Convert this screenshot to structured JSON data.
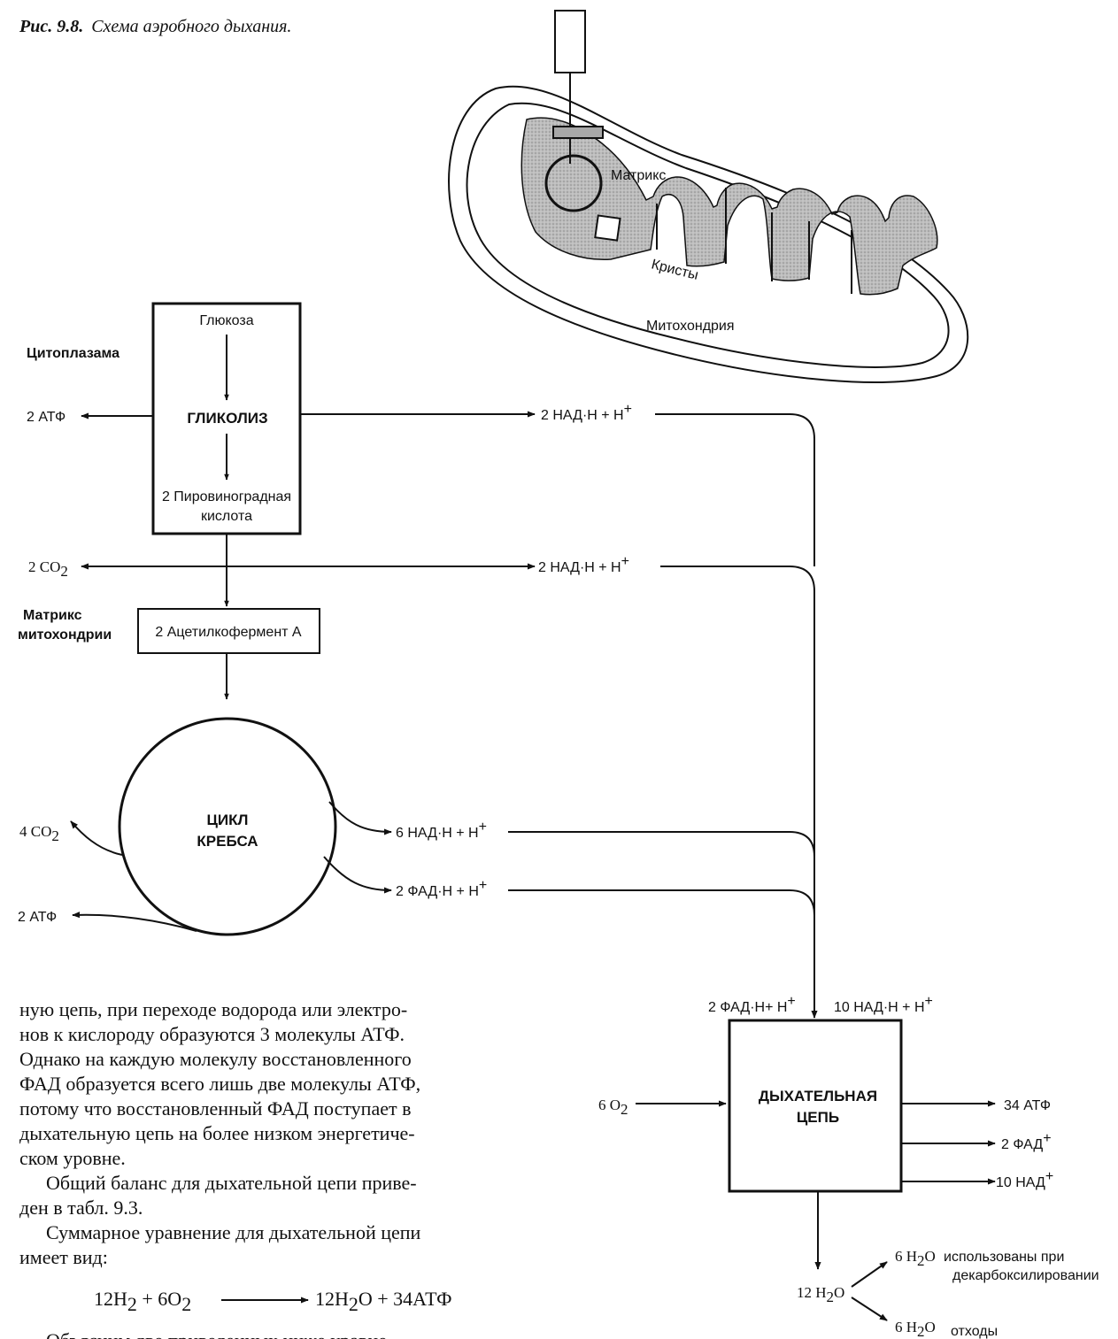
{
  "caption": {
    "prefix": "Рис. 9.8.",
    "title": "Схема аэробного дыхания."
  },
  "mito": {
    "matrix": "Матрикс",
    "cristae": "Кристы",
    "name": "Митохондрия"
  },
  "regions": {
    "cytoplasm": "Цитоплазама",
    "matrix_line1": "Матрикс",
    "matrix_line2": "митохондрии"
  },
  "glycolysis": {
    "glucose": "Глюкоза",
    "name": "ГЛИКОЛИЗ",
    "pyruvate_line1": "2 Пировиноградная",
    "pyruvate_line2": "кислота"
  },
  "acetyl": "2 Ацетилкофермент А",
  "krebs": {
    "line1": "ЦИКЛ",
    "line2": "КРЕБСА"
  },
  "labels": {
    "atp_glyc": "2 АТФ",
    "nadh_glyc": "2 НАД·Н + Н",
    "co2_link": "2 CO",
    "nadh_link": "2 НАД·Н + Н",
    "co2_krebs": "4 CO",
    "atp_krebs": "2 АТФ",
    "nadh_krebs": "6 НАД·Н + Н",
    "fadh_krebs": "2 ФАД·Н + Н",
    "fadh_in": "2 ФАД·Н+ Н",
    "nadh_in": "10 НАД·Н + Н",
    "o2_in": "6 O",
    "atp_out": "34 АТФ",
    "fad_out": "2 ФАД",
    "nad_out": "10 НАД",
    "water": "12 H",
    "water_used_qty": "6 H",
    "water_used_l1": "использованы при",
    "water_used_l2": "декарбоксилировании",
    "water_waste_qty": "6 H",
    "water_waste": "отходы",
    "sub2": "2",
    "subO": "O",
    "plus": "+"
  },
  "chain": {
    "line1": "ДЫХАТЕЛЬНАЯ",
    "line2": "ЦЕПЬ"
  },
  "body_text": {
    "p1_lines": [
      "ную цепь, при переходе водорода или электро-",
      "нов к кислороду образуются 3 молекулы АТФ.",
      "Однако на каждую молекулу восстановленного",
      "ФАД образуется всего лишь две молекулы АТФ,",
      "потому что восстановленный ФАД поступает в",
      "дыхательную цепь на более низком энергетиче-",
      "ском уровне."
    ],
    "p2_lines": [
      "Общий баланс для дыхательной цепи приве-",
      "ден в табл. 9.3."
    ],
    "p3_lines": [
      "Суммарное уравнение для дыхательной цепи",
      "имеет вид:"
    ],
    "eq_left_a": "12H",
    "eq_left_b": " + 6O",
    "eq_right": "12H",
    "eq_right_b": "O + 34АТФ",
    "cut_line": "Объясним две приведенных ниже уравне-"
  }
}
